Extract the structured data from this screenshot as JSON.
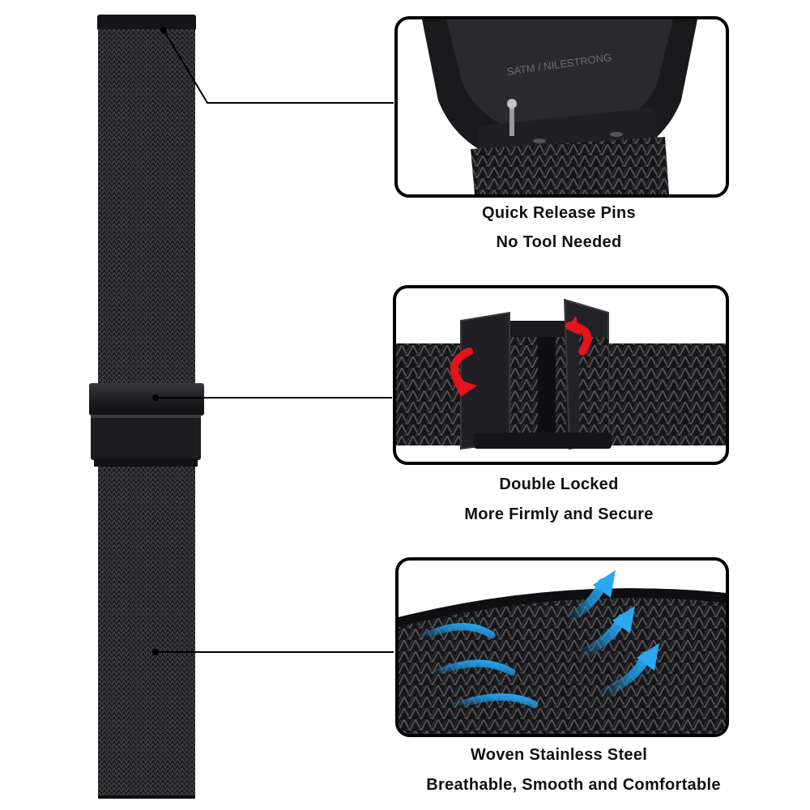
{
  "features": [
    {
      "id": "quick-release",
      "line1": "Quick Release Pins",
      "line2": "No Tool Needed"
    },
    {
      "id": "double-lock",
      "line1": "Double Locked",
      "line2": "More Firmly and Secure"
    },
    {
      "id": "mesh",
      "line1": "Woven Stainless Steel",
      "line2": "Breathable, Smooth and Comfortable"
    }
  ],
  "colors": {
    "strap": "#1c1c1e",
    "arrow_red": "#e3151a",
    "arrow_blue": "#1e9be6",
    "border": "#000000"
  }
}
